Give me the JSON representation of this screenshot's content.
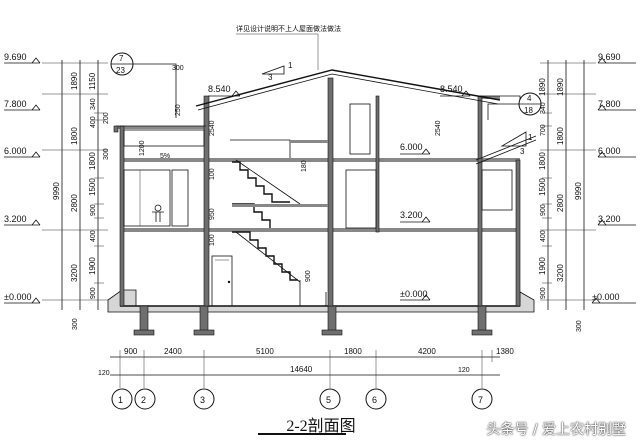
{
  "drawing": {
    "title": "2-2剖面图",
    "note": "详见设计说明不上人屋面做法做法",
    "watermark": "头条号 / 爱上农村别墅"
  },
  "elevations": {
    "roof_ridge": "9.690",
    "eave": "8.540",
    "third_floor": "7.800",
    "second_floor": "6.000",
    "first_floor": "3.200",
    "ground": "±0.000"
  },
  "axes": [
    "1",
    "2",
    "3",
    "5",
    "6",
    "7"
  ],
  "dimensions": {
    "bottom_segments": [
      "900",
      "2400",
      "5100",
      "1800",
      "4200",
      "1380"
    ],
    "bottom_total": "14640",
    "bottom_offsets": [
      "120",
      "120"
    ],
    "left_column_a": [
      "1150",
      "340",
      "400",
      "1800",
      "1500",
      "900",
      "400",
      "1900",
      "900"
    ],
    "left_column_b": [
      "1890",
      "1800",
      "2800",
      "3200"
    ],
    "left_total": "9990",
    "left_base": "300",
    "right_column_a": [
      "1890",
      "340",
      "700",
      "1800",
      "1500",
      "900",
      "400",
      "1900",
      "900"
    ],
    "right_column_b": [
      "1890",
      "1800",
      "2800",
      "3200"
    ],
    "right_total": "9990",
    "right_base": "300",
    "interior": [
      "300",
      "250",
      "200",
      "2540",
      "2540",
      "1200",
      "300",
      "950",
      "100",
      "900",
      "100",
      "180",
      "5%",
      "3",
      "1"
    ]
  },
  "detail_callouts": [
    {
      "top": "7",
      "bottom": "23"
    },
    {
      "top": "4",
      "bottom": "18"
    }
  ],
  "slopes": [
    "3",
    "1",
    "3",
    "1"
  ]
}
